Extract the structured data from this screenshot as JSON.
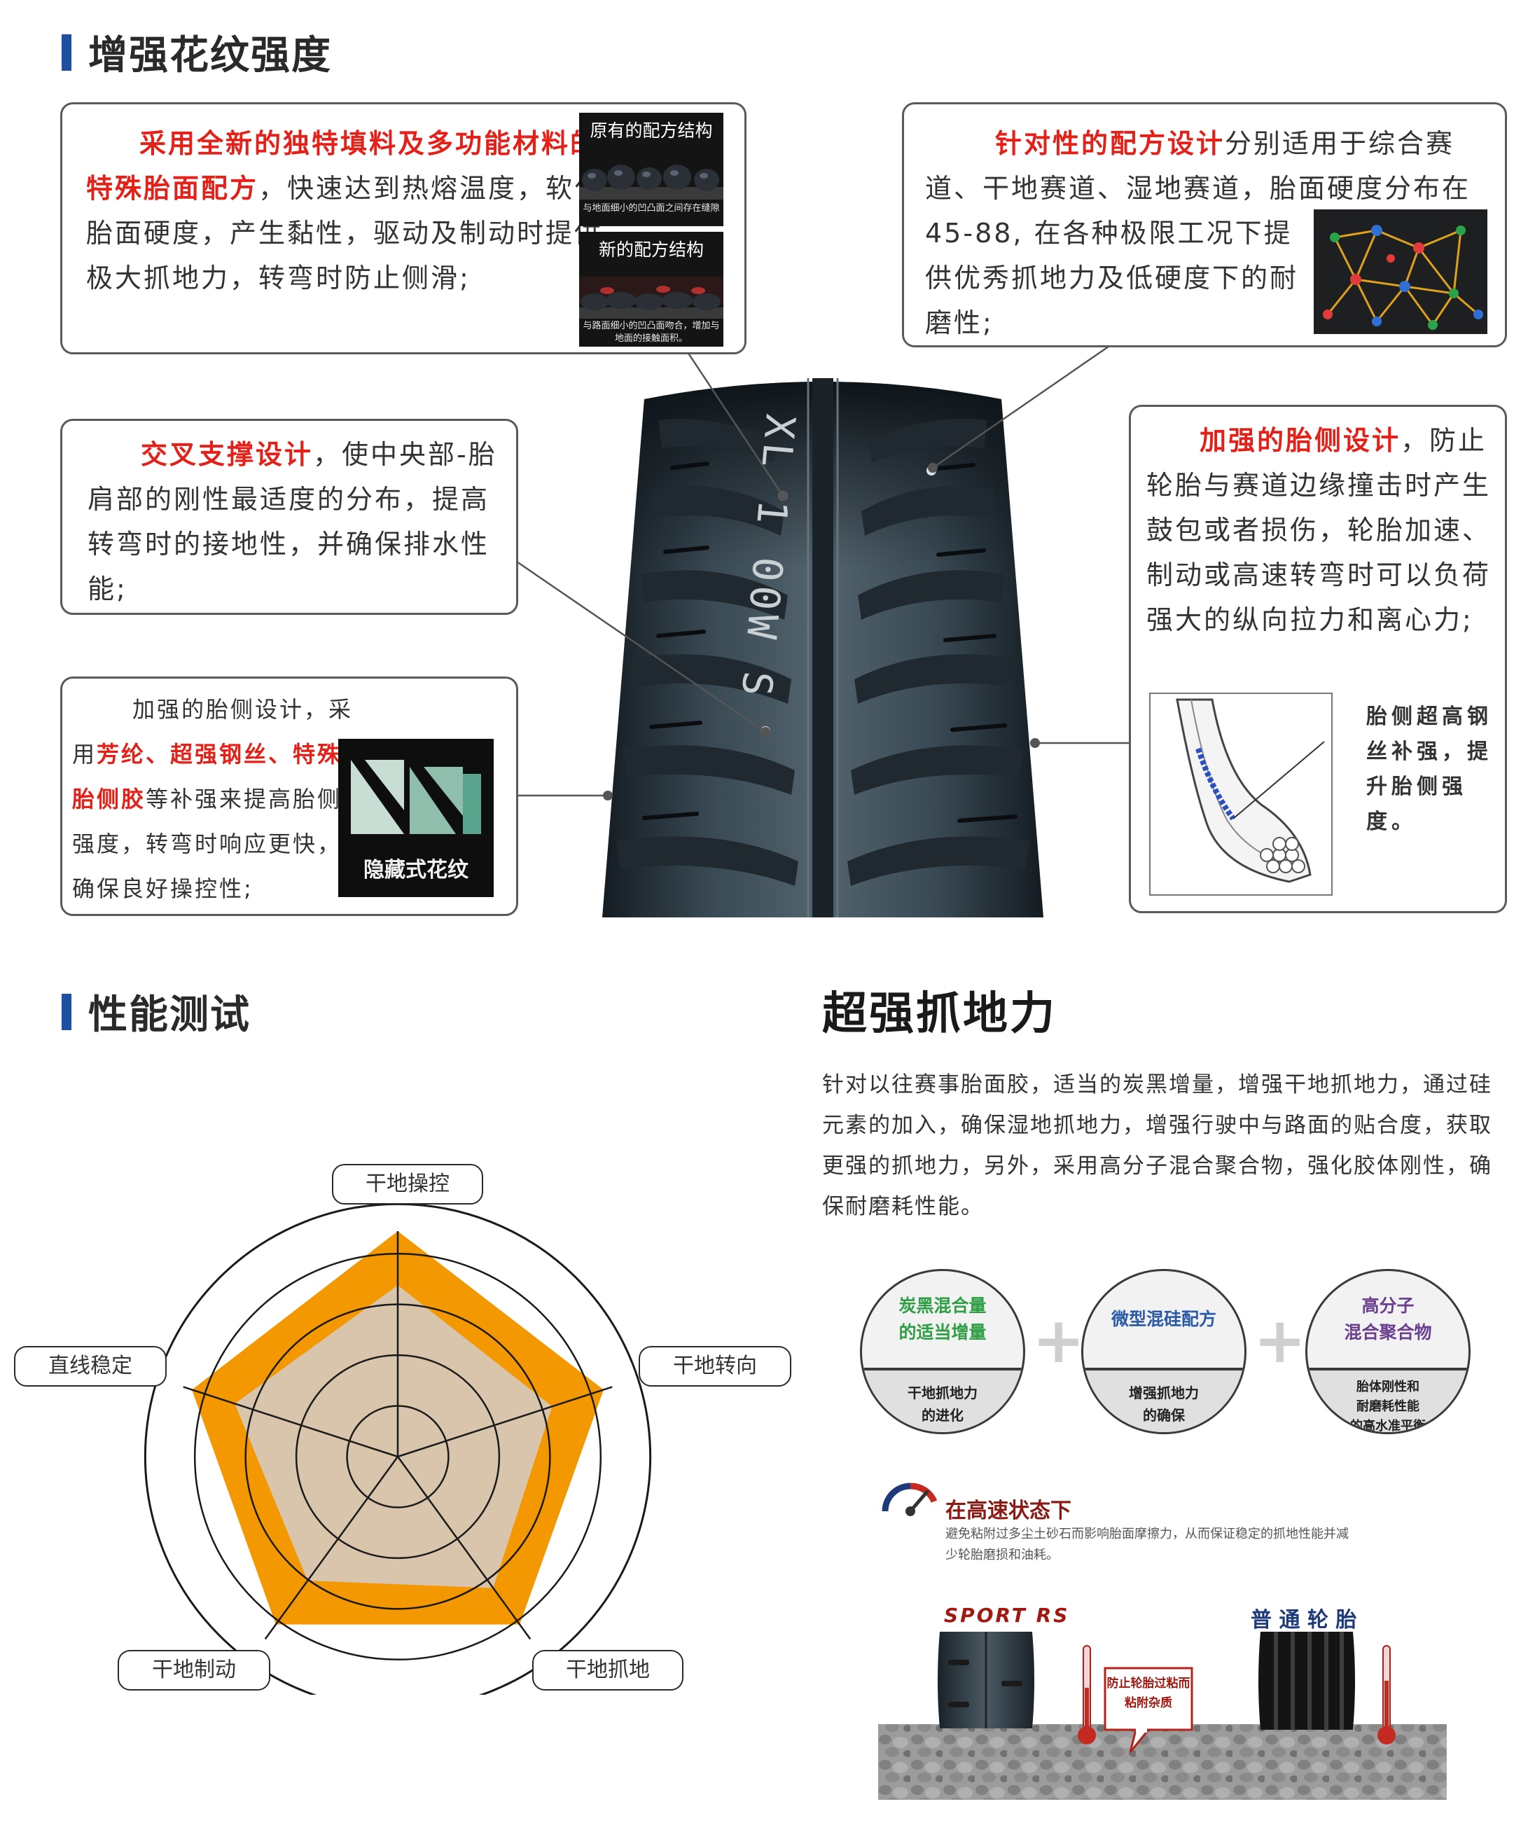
{
  "section1": {
    "title": "增强花纹强度",
    "box1": {
      "red": "采用全新的独特填料及多功能材料的特殊胎面配方",
      "rest": "，快速达到热熔温度，软化胎面硬度，产生黏性，驱动及制动时提供极大抓地力，转弯时防止侧滑;",
      "panel_old_title": "原有的配方结构",
      "panel_old_caption": "与地面细小的凹凸面之间存在缝隙",
      "panel_new_title": "新的配方结构",
      "panel_new_caption": "与路面细小的凹凸面吻合，增加与地面的接触面积。"
    },
    "box2": {
      "red": "针对性的配方设计",
      "rest1": "分别适用于综合赛道、干地赛道、湿地赛道，胎面硬度分布在",
      "rest2": "45-88, 在各种极限工况下提供优秀抓地力及低硬度下的耐磨性;"
    },
    "box3": {
      "red": "交叉支撑设计",
      "rest": "，使中央部-胎肩部的刚性最适度的分布，提高转弯时的接地性，并确保排水性能;"
    },
    "box4": {
      "red": "加强的胎侧设计",
      "rest": "，防止轮胎与赛道边缘撞击时产生鼓包或者损伤，轮胎加速、制动或高速转弯时可以负荷强大的纵向拉力和离心力;",
      "side_note": "胎侧超高钢丝补强，提升胎侧强度。"
    },
    "box5": {
      "pre": "加强的胎侧设计，采用",
      "red": "芳纶、超强钢丝、特殊胎侧胶",
      "rest": "等补强来提高胎侧强度，转弯时响应更快，确保良好操控性;",
      "logo_caption": "隐藏式花纹"
    },
    "sidewall_text": "XL 1 00W S"
  },
  "section2": {
    "title": "性能测试",
    "radar_labels": [
      "干地操控",
      "干地转向",
      "干地抓地",
      "干地制动",
      "直线稳定"
    ]
  },
  "chart_data": {
    "type": "radar",
    "axes": [
      "干地操控",
      "干地转向",
      "干地抓地",
      "干地制动",
      "直线稳定"
    ],
    "rmax": 5,
    "series": [
      {
        "values": [
          5,
          4.8,
          4.6,
          4.6,
          4.8
        ],
        "color": "#f39800"
      },
      {
        "values": [
          3.8,
          3.6,
          3.6,
          3.4,
          3.8
        ],
        "color": "#d8c5ab"
      }
    ]
  },
  "section3": {
    "title": "超强抓地力",
    "paragraph": "针对以往赛事胎面胶，适当的炭黑增量，增强干地抓地力，通过硅元素的加入，确保湿地抓地力，增强行驶中与路面的贴合度，获取更强的抓地力，另外，采用高分子混合聚合物，强化胶体刚性，确保耐磨耗性能。",
    "bubbles": [
      {
        "top": "炭黑混合量\n的适当增量",
        "bottom": "干地抓地力\n的进化",
        "color": "#2f9e44"
      },
      {
        "top": "微型混硅配方",
        "bottom": "增强抓地力\n的确保",
        "color": "#2b5aa6"
      },
      {
        "top": "高分子\n混合聚合物",
        "bottom": "胎体刚性和\n耐磨耗性能\n的高水准平衡",
        "color": "#6b3f8f"
      }
    ],
    "plus": "+",
    "speed_title": "在高速状态下",
    "speed_text": "避免粘附过多尘土砂石而影响胎面摩擦力，从而保证稳定的抓地性能并减少轮胎磨损和油耗。",
    "label_sport": "SPORT RS",
    "label_normal": "普 通 轮 胎",
    "bubble_note": "防止轮胎过粘而粘附杂质"
  }
}
